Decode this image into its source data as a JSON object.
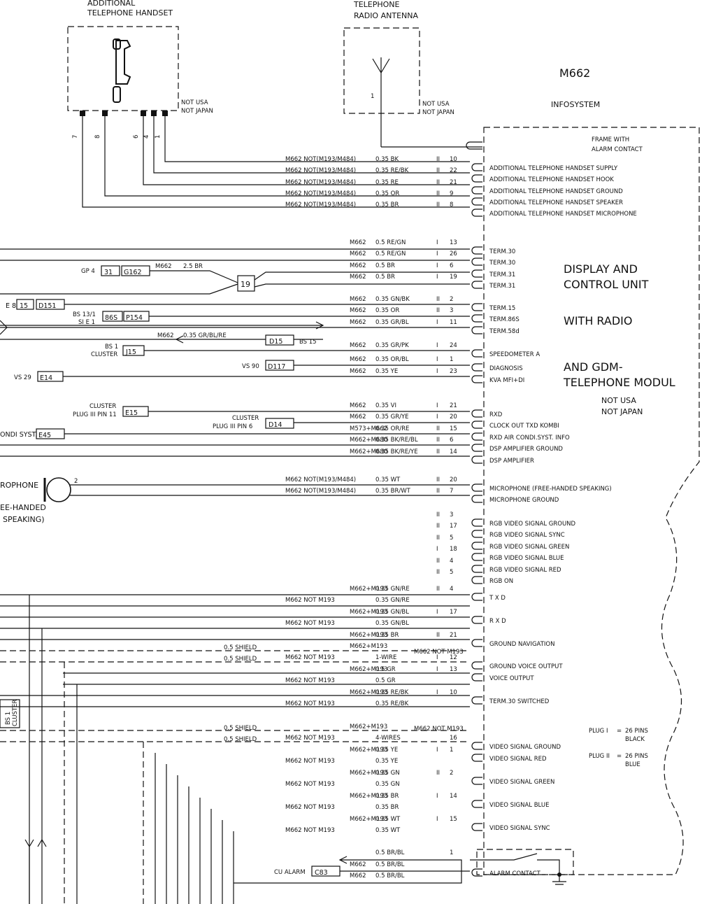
{
  "module": {
    "code": "M662",
    "name": "INFOSYSTEM",
    "frame_note": [
      "FRAME WITH",
      "ALARM CONTACT"
    ],
    "unit_title": [
      "DISPLAY AND",
      "CONTROL UNIT",
      "WITH RADIO",
      "AND GDM-",
      "TELEPHONE MODUL"
    ],
    "unit_note": [
      "NOT USA",
      "NOT JAPAN"
    ]
  },
  "handset": {
    "title": [
      "ADDITIONAL",
      "TELEPHONE HANDSET"
    ],
    "note": [
      "NOT USA",
      "NOT JAPAN"
    ],
    "pins": [
      "7",
      "8",
      "6",
      "4",
      "1"
    ]
  },
  "antenna": {
    "title": [
      "TELEPHONE",
      "RADIO ANTENNA"
    ],
    "note": [
      "NOT USA",
      "NOT JAPAN"
    ],
    "pin": "1"
  },
  "wires": [
    {
      "cond": "M662 NOT(M193/M484)",
      "gauge": "0.35 BK",
      "plug": "II",
      "pin": "10",
      "label": "ADDITIONAL  TELEPHONE HANDSET  SUPPLY"
    },
    {
      "cond": "M662 NOT(M193/M484)",
      "gauge": "0.35 RE/BK",
      "plug": "II",
      "pin": "22",
      "label": "ADDITIONAL  TELEPHONE HANDSET  HOOK"
    },
    {
      "cond": "M662 NOT(M193/M484)",
      "gauge": "0.35 RE",
      "plug": "II",
      "pin": "21",
      "label": "ADDITIONAL  TELEPHONE HANDSET  GROUND"
    },
    {
      "cond": "M662 NOT(M193/M484)",
      "gauge": "0.35 OR",
      "plug": "II",
      "pin": "9",
      "label": "ADDITIONAL  TELEPHONE HANDSET  SPEAKER"
    },
    {
      "cond": "M662 NOT(M193/M484)",
      "gauge": "0.35 BR",
      "plug": "II",
      "pin": "8",
      "label": "ADDITIONAL  TELEPHONE HANDSET  MICROPHONE"
    },
    {
      "cond": "M662",
      "gauge": "0.5 RE/GN",
      "plug": "I",
      "pin": "13",
      "label": "TERM.30"
    },
    {
      "cond": "M662",
      "gauge": "0.5 RE/GN",
      "plug": "I",
      "pin": "26",
      "label": "TERM.30"
    },
    {
      "cond": "M662",
      "gauge": "0.5 BR",
      "plug": "I",
      "pin": "6",
      "label": "TERM.31"
    },
    {
      "cond": "M662",
      "gauge": "0.5 BR",
      "plug": "I",
      "pin": "19",
      "label": "TERM.31"
    },
    {
      "cond": "M662",
      "gauge": "0.35 GN/BK",
      "plug": "II",
      "pin": "2",
      "label": "TERM.15"
    },
    {
      "cond": "M662",
      "gauge": "0.35 OR",
      "plug": "II",
      "pin": "3",
      "label": "TERM.86S"
    },
    {
      "cond": "M662",
      "gauge": "0.35 GR/BL",
      "plug": "I",
      "pin": "11",
      "label": "TERM.58d"
    },
    {
      "cond": "M662",
      "gauge": "0.35 GR/PK",
      "plug": "I",
      "pin": "24",
      "label": "SPEEDOMETER A"
    },
    {
      "cond": "M662",
      "gauge": "0.35 OR/BL",
      "plug": "I",
      "pin": "1",
      "label": "DIAGNOSIS"
    },
    {
      "cond": "M662",
      "gauge": "0.35 YE",
      "plug": "I",
      "pin": "23",
      "label": "KVA  MFI+DI"
    },
    {
      "cond": "M662",
      "gauge": "0.35 VI",
      "plug": "I",
      "pin": "21",
      "label": "RXD"
    },
    {
      "cond": "M662",
      "gauge": "0.35 GR/YE",
      "plug": "I",
      "pin": "20",
      "label": "CLOCK OUT      TXD KOMBI"
    },
    {
      "cond": "M573+M662",
      "gauge": "0.35 OR/RE",
      "plug": "II",
      "pin": "15",
      "label": "RXD  AIR CONDI.SYST.  INFO"
    },
    {
      "cond": "M662+M680",
      "gauge": "0.35 BK/RE/BL",
      "plug": "II",
      "pin": "6",
      "label": "DSP  AMPLIFIER       GROUND"
    },
    {
      "cond": "M662+M680",
      "gauge": "0.35 BK/RE/YE",
      "plug": "II",
      "pin": "14",
      "label": "DSP  AMPLIFIER"
    },
    {
      "cond": "M662 NOT(M193/M484)",
      "gauge": "0.35 WT",
      "plug": "II",
      "pin": "20",
      "label": "MICROPHONE  (FREE-HANDED SPEAKING)"
    },
    {
      "cond": "M662 NOT(M193/M484)",
      "gauge": "0.35 BR/WT",
      "plug": "II",
      "pin": "7",
      "label": "MICROPHONE               GROUND"
    },
    {
      "cond": "",
      "gauge": "",
      "plug": "II",
      "pin": "3",
      "label": "RGB  VIDEO SIGNAL GROUND"
    },
    {
      "cond": "",
      "gauge": "",
      "plug": "II",
      "pin": "17",
      "label": "RGB  VIDEO SIGNAL SYNC"
    },
    {
      "cond": "",
      "gauge": "",
      "plug": "II",
      "pin": "5",
      "label": "RGB  VIDEO SIGNAL GREEN"
    },
    {
      "cond": "",
      "gauge": "",
      "plug": "I",
      "pin": "18",
      "label": "RGB  VIDEO SIGNAL BLUE"
    },
    {
      "cond": "",
      "gauge": "",
      "plug": "II",
      "pin": "4",
      "label": "RGB  VIDEO SIGNAL RED"
    },
    {
      "cond": "",
      "gauge": "",
      "plug": "II",
      "pin": "5",
      "label": "RGB  ON"
    },
    {
      "cond": "M662+M193",
      "gauge": "0.35 GN/RE",
      "plug": "II",
      "pin": "4",
      "label": "T X D"
    },
    {
      "cond": "M662 NOT M193",
      "gauge": "0.35 GN/RE",
      "plug": "",
      "pin": "",
      "label": ""
    },
    {
      "cond": "M662+M193",
      "gauge": "0.35 GN/BL",
      "plug": "I",
      "pin": "17",
      "label": "R X D"
    },
    {
      "cond": "M662 NOT M193",
      "gauge": "0.35 GN/BL",
      "plug": "",
      "pin": "",
      "label": ""
    },
    {
      "cond": "M662+M193",
      "gauge": "0.35 BR",
      "plug": "II",
      "pin": "21",
      "label": "GROUND  NAVIGATION"
    },
    {
      "cond": "M662+M193",
      "gauge": "",
      "plug": "",
      "pin": "",
      "label": ""
    },
    {
      "cond": "M662 NOT M193",
      "gauge": "1-WIRE",
      "plug": "I",
      "pin": "12",
      "label": "GROUND  VOICE OUTPUT"
    },
    {
      "cond": "M662+M193",
      "gauge": "0.5 GR",
      "plug": "I",
      "pin": "13",
      "label": "VOICE  OUTPUT"
    },
    {
      "cond": "M662 NOT M193",
      "gauge": "0.5 GR",
      "plug": "",
      "pin": "",
      "label": ""
    },
    {
      "cond": "M662+M193",
      "gauge": "0.35 RE/BK",
      "plug": "I",
      "pin": "10",
      "label": "TERM.30  SWITCHED"
    },
    {
      "cond": "M662 NOT M193",
      "gauge": "0.35 RE/BK",
      "plug": "",
      "pin": "",
      "label": ""
    },
    {
      "cond": "M662+M193",
      "gauge": "",
      "plug": "",
      "pin": "",
      "label": ""
    },
    {
      "cond": "M662 NOT M193",
      "gauge": "4-WIRES",
      "plug": "",
      "pin": "16",
      "label": "VIDEO SIGNAL GROUND"
    },
    {
      "cond": "M662+M193",
      "gauge": "0.35 YE",
      "plug": "I",
      "pin": "1",
      "label": "VIDEO SIGNAL RED"
    },
    {
      "cond": "M662 NOT M193",
      "gauge": "0.35 YE",
      "plug": "",
      "pin": "",
      "label": ""
    },
    {
      "cond": "M662+M193",
      "gauge": "0.35 GN",
      "plug": "II",
      "pin": "2",
      "label": "VIDEO SIGNAL GREEN"
    },
    {
      "cond": "M662 NOT M193",
      "gauge": "0.35 GN",
      "plug": "",
      "pin": "",
      "label": ""
    },
    {
      "cond": "M662+M193",
      "gauge": "0.35 BR",
      "plug": "I",
      "pin": "14",
      "label": "VIDEO SIGNAL BLUE"
    },
    {
      "cond": "M662 NOT M193",
      "gauge": "0.35 BR",
      "plug": "",
      "pin": "",
      "label": ""
    },
    {
      "cond": "M662+M193",
      "gauge": "0.35 WT",
      "plug": "I",
      "pin": "15",
      "label": "VIDEO SIGNAL SYNC"
    },
    {
      "cond": "M662 NOT M193",
      "gauge": "0.35 WT",
      "plug": "",
      "pin": "",
      "label": ""
    },
    {
      "cond": "",
      "gauge": "0.5 BR/BL",
      "plug": "",
      "pin": "1",
      "label": ""
    },
    {
      "cond": "M662",
      "gauge": "0.5 BR/BL",
      "plug": "",
      "pin": "",
      "label": "ALARM CONTACT"
    },
    {
      "cond": "M662",
      "gauge": "0.5 BR/BL",
      "plug": "",
      "pin": "",
      "label": ""
    }
  ],
  "left_refs": {
    "gp4": "GP 4",
    "b31": "31",
    "g162": "G162",
    "m662": "M662",
    "g162_gauge": "2.5 BR",
    "splice": "19",
    "e8": "E 8",
    "b15": "15",
    "d151": "D151",
    "bs13": "BS 13/1",
    "sie1": "SI E 1",
    "b86s": "86S",
    "p154": "P154",
    "bus_cond": "M662",
    "bus_gauge": "0.35 GR/BL/RE",
    "d15": "D15",
    "bs15": "BS 15",
    "bs1": "BS 1",
    "cluster": "CLUSTER",
    "j15": "J15",
    "vs90": "VS 90",
    "d117": "D117",
    "vs29": "VS 29",
    "e14": "E14",
    "e15_top": "CLUSTER",
    "e15_bot": "PLUG III  PIN 11",
    "e15": "E15",
    "d14_top": "CLUSTER",
    "d14_bot": "PLUG III   PIN 6",
    "d14": "D14",
    "e45_lbl": "ONDI SYST.",
    "e45": "E45",
    "mic": "ROPHONE",
    "mic_pin": "2",
    "mic_sub1": "EE-HANDED",
    "mic_sub2": "SPEAKING)",
    "shield": "0.5 SHIELD",
    "m662_not_m193": "M662 NOT M193",
    "bs1_cluster_a": "BS 1",
    "bs1_cluster_b": "CLUSTER",
    "cu_alarm": "CU ALARM",
    "c83": "C83"
  },
  "plug_legend": [
    {
      "plug": "PLUG I",
      "eq": "=",
      "pins": "26 PINS",
      "color": "BLACK"
    },
    {
      "plug": "PLUG II",
      "eq": "=",
      "pins": "26 PINS",
      "color": "BLUE"
    }
  ]
}
